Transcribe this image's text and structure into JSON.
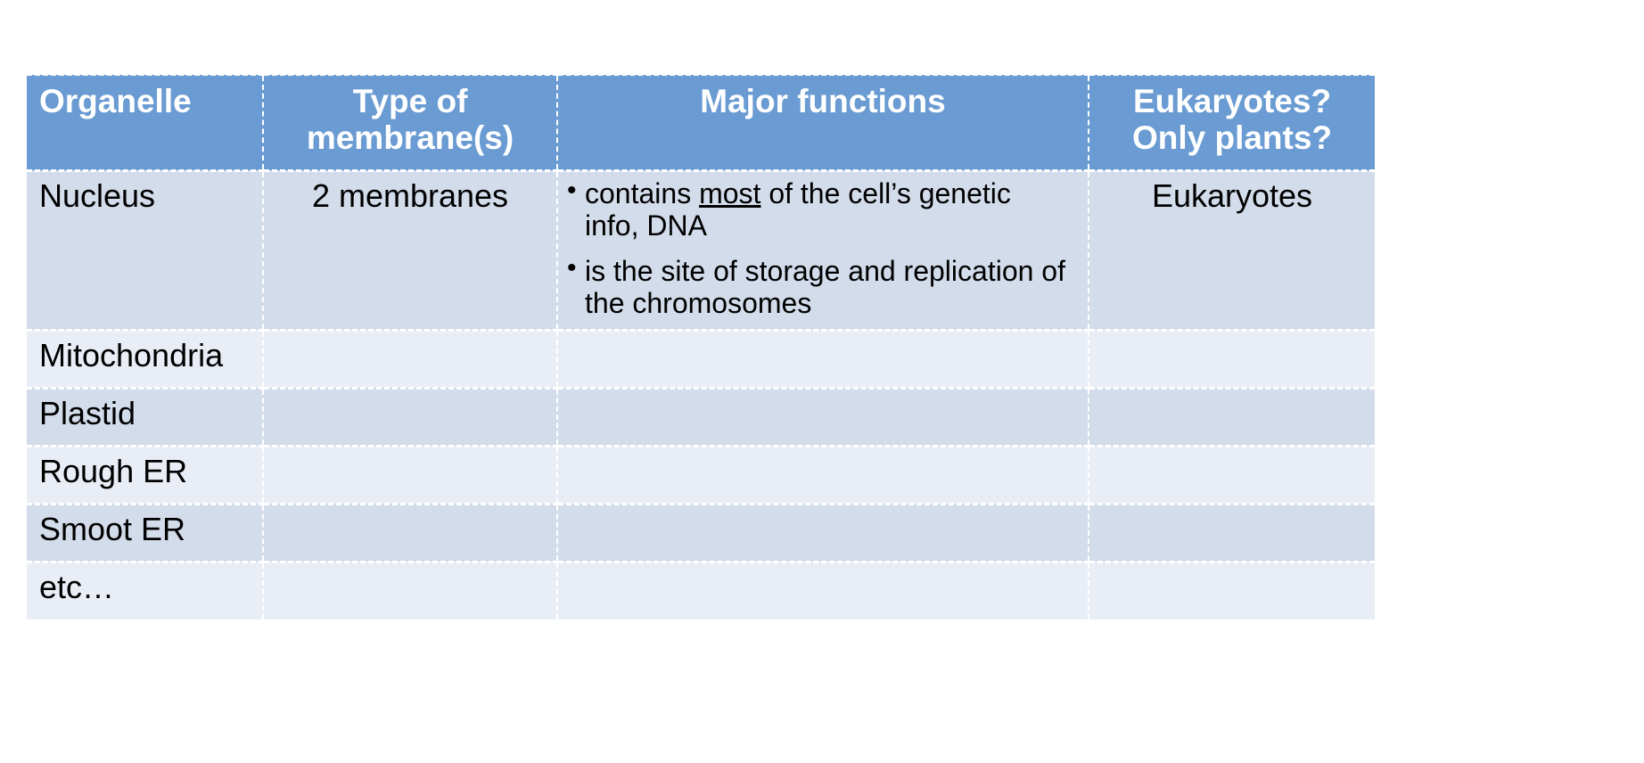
{
  "slide": {
    "background_color": "#ffffff",
    "table": {
      "header_fill": "#6a9bd2",
      "header_text_color": "#ffffff",
      "band_dark": "#d3dcea",
      "band_light": "#e9edf5",
      "gridline_color": "#ffffff",
      "columns": [
        {
          "key": "organelle",
          "label": "Organelle"
        },
        {
          "key": "membrane",
          "label": "Type of membrane(s)"
        },
        {
          "key": "functions",
          "label": "Major functions"
        },
        {
          "key": "eukaryotes",
          "label": "Eukaryotes? Only plants?"
        }
      ],
      "header": {
        "organelle": "Organelle",
        "membrane_line1": "Type of",
        "membrane_line2": "membrane(s)",
        "functions": "Major functions",
        "euk_line1": "Eukaryotes?",
        "euk_line2": "Only plants?"
      },
      "rows": [
        {
          "organelle": "Nucleus",
          "membrane": "2 membranes",
          "functions_bullets": [
            {
              "bullet": "•",
              "pre": "contains ",
              "underlined": "most",
              "post": " of the cell’s genetic info, DNA"
            },
            {
              "bullet": "•",
              "pre": "is the site of storage and replication of the chromosomes",
              "underlined": "",
              "post": ""
            }
          ],
          "eukaryotes": "Eukaryotes"
        },
        {
          "organelle": "Mitochondria",
          "membrane": "",
          "functions_bullets": [],
          "eukaryotes": ""
        },
        {
          "organelle": "Plastid",
          "membrane": "",
          "functions_bullets": [],
          "eukaryotes": ""
        },
        {
          "organelle": "Rough ER",
          "membrane": "",
          "functions_bullets": [],
          "eukaryotes": ""
        },
        {
          "organelle": "Smoot ER",
          "membrane": "",
          "functions_bullets": [],
          "eukaryotes": ""
        },
        {
          "organelle": "etc…",
          "membrane": "",
          "functions_bullets": [],
          "eukaryotes": ""
        }
      ]
    }
  }
}
